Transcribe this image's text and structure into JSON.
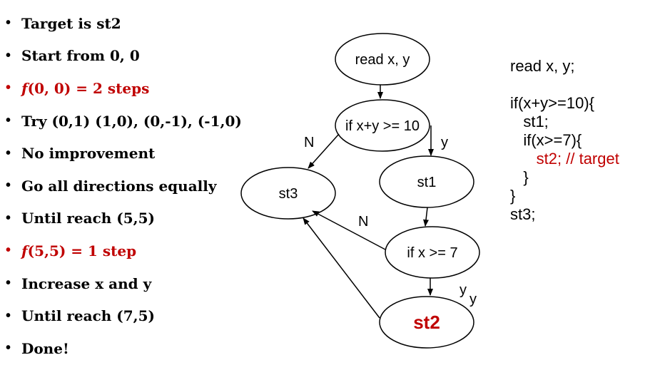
{
  "bullets": [
    {
      "prefix": "",
      "text": "Target is st2",
      "highlight": false
    },
    {
      "prefix": "",
      "text": "Start from 0, 0",
      "highlight": false
    },
    {
      "prefix": "f",
      "text": "(0, 0) = 2 steps",
      "highlight": true
    },
    {
      "prefix": "",
      "text": "Try (0,1) (1,0), (0,-1), (-1,0)",
      "highlight": false
    },
    {
      "prefix": "",
      "text": "No improvement",
      "highlight": false
    },
    {
      "prefix": "",
      "text": "Go all directions equally",
      "highlight": false
    },
    {
      "prefix": "",
      "text": "Until reach (5,5)",
      "highlight": false
    },
    {
      "prefix": "f",
      "text": "(5,5) = 1 step",
      "highlight": true
    },
    {
      "prefix": "",
      "text": "Increase x and y",
      "highlight": false
    },
    {
      "prefix": "",
      "text": "Until reach (7,5)",
      "highlight": false
    },
    {
      "prefix": "",
      "text": "Done!",
      "highlight": false
    }
  ],
  "bullet_symbol": "•",
  "diagram": {
    "nodes": {
      "read": "read x, y",
      "cond1": "if x+y >= 10",
      "st1": "st1",
      "st3": "st3",
      "cond2": "if x >= 7",
      "st2": "st2"
    },
    "edge_labels": {
      "cond1_no": "N",
      "cond1_yes": "y",
      "cond2_no": "N",
      "cond2_yes_a": "y",
      "cond2_yes_b": "y"
    }
  },
  "code": [
    {
      "text": "read x, y;",
      "highlight": false
    },
    {
      "text": "",
      "highlight": false
    },
    {
      "text": "if(x+y>=10){",
      "highlight": false
    },
    {
      "text": "   st1;",
      "highlight": false
    },
    {
      "text": "   if(x>=7){",
      "highlight": false
    },
    {
      "text": "      st2; // target",
      "highlight": true
    },
    {
      "text": "   }",
      "highlight": false
    },
    {
      "text": "}",
      "highlight": false
    },
    {
      "text": "st3;",
      "highlight": false
    }
  ],
  "colors": {
    "highlight": "#c00000",
    "text": "#000000",
    "background": "#ffffff"
  }
}
